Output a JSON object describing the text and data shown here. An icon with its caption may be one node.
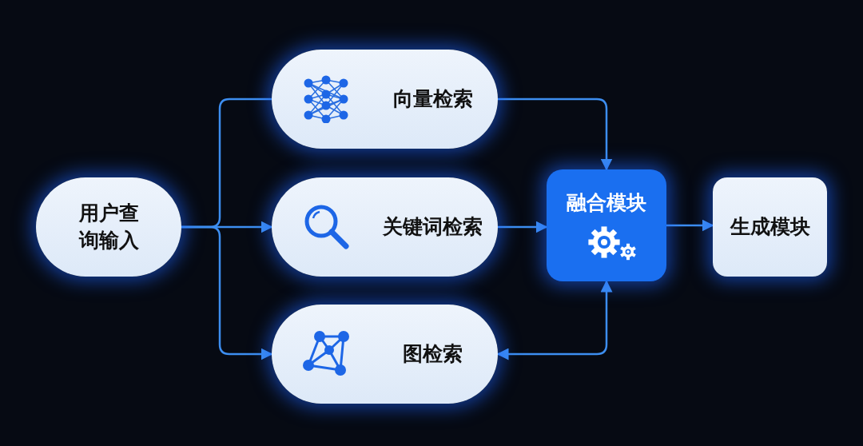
{
  "diagram": {
    "nodes": [
      {
        "text": [
          "用户查询输入"
        ]
      },
      {
        "text": [
          "向量检索"
        ]
      },
      {
        "text": [
          "关键词检索"
        ]
      },
      {
        "text": [
          "图检索"
        ]
      },
      {
        "text": [
          "融合模块"
        ]
      },
      {
        "text": [
          "生成模块"
        ]
      }
    ],
    "edges": [
      {
        "from": 0,
        "to": 1,
        "arrow": "none"
      },
      {
        "from": 0,
        "to": 2,
        "arrow": "to"
      },
      {
        "from": 0,
        "to": 3,
        "arrow": "to"
      },
      {
        "from": 1,
        "to": 4,
        "arrow": "to"
      },
      {
        "from": 2,
        "to": 4,
        "arrow": "to"
      },
      {
        "from": 3,
        "to": 4,
        "arrow": "both"
      },
      {
        "from": 4,
        "to": 5,
        "arrow": "to"
      }
    ]
  }
}
